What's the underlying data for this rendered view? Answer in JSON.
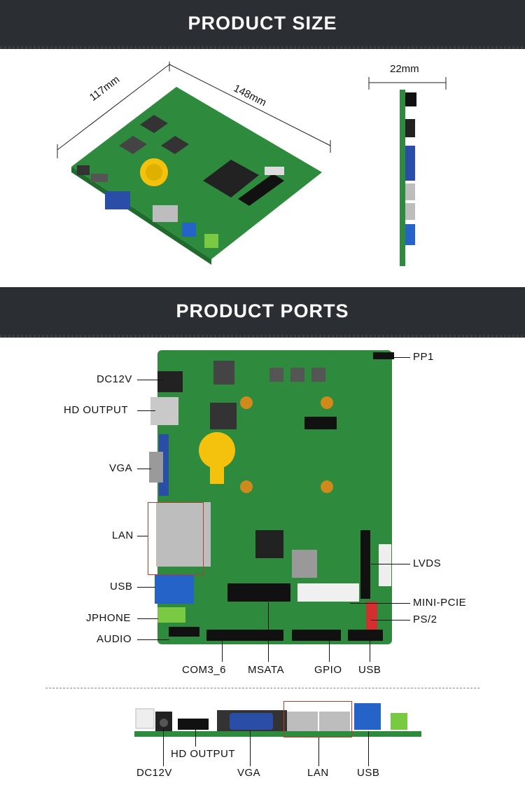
{
  "sections": {
    "size_title": "PRODUCT SIZE",
    "ports_title": "PRODUCT PORTS"
  },
  "dimensions": {
    "width": "117mm",
    "length": "148mm",
    "height": "22mm"
  },
  "ports_top": {
    "pp1": "PP1",
    "dc12v": "DC12V",
    "hd_output": "HD OUTPUT",
    "vga": "VGA",
    "lan": "LAN",
    "usb": "USB",
    "jphone": "JPHONE",
    "audio": "AUDIO",
    "lvds": "LVDS",
    "mini_pcie": "MINI-PCIE",
    "ps2": "PS/2",
    "com3_6": "COM3_6",
    "msata": "MSATA",
    "gpio": "GPIO",
    "usb_bottom": "USB"
  },
  "ports_side": {
    "dc12v": "DC12V",
    "hd_output": "HD OUTPUT",
    "vga": "VGA",
    "lan": "LAN",
    "usb": "USB"
  },
  "colors": {
    "banner": "#2b2f33",
    "pcb": "#2e8b3e",
    "highlight": "#c0392b",
    "battery": "#f4c20d"
  }
}
